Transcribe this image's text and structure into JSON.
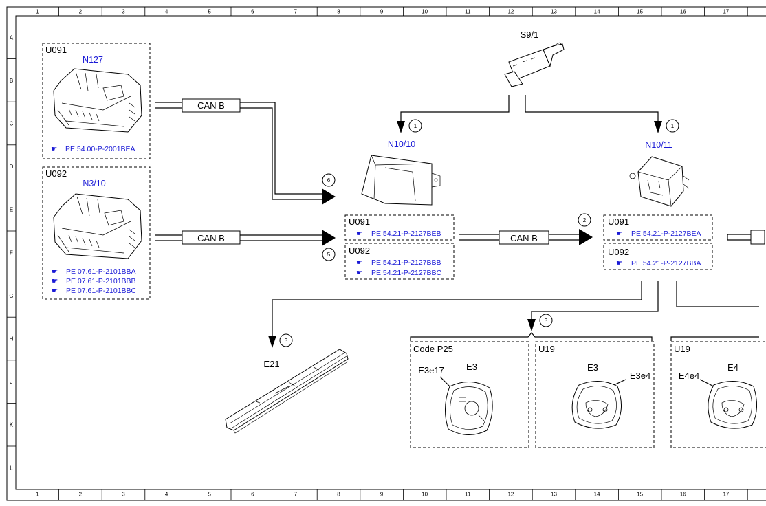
{
  "frame": {
    "columns": [
      "1",
      "2",
      "3",
      "4",
      "5",
      "6",
      "7",
      "8",
      "9",
      "10",
      "11",
      "12",
      "13",
      "14",
      "15",
      "16",
      "17"
    ],
    "rows": [
      "A",
      "B",
      "C",
      "D",
      "E",
      "F",
      "G",
      "H",
      "J",
      "K",
      "L"
    ]
  },
  "components": {
    "s9_1": {
      "name": "S9/1"
    },
    "n127": {
      "variant": "U091",
      "name": "N127",
      "refs": [
        "PE 54.00-P-2001BEA"
      ]
    },
    "n3_10": {
      "variant": "U092",
      "name": "N3/10",
      "refs": [
        "PE 07.61-P-2101BBA",
        "PE 07.61-P-2101BBB",
        "PE 07.61-P-2101BBC"
      ]
    },
    "n10_10": {
      "name": "N10/10",
      "u091": {
        "variant": "U091",
        "refs": [
          "PE 54.21-P-2127BEB"
        ]
      },
      "u092": {
        "variant": "U092",
        "refs": [
          "PE 54.21-P-2127BBB",
          "PE 54.21-P-2127BBC"
        ]
      }
    },
    "n10_11": {
      "name": "N10/11",
      "u091": {
        "variant": "U091",
        "refs": [
          "PE 54.21-P-2127BEA"
        ]
      },
      "u092": {
        "variant": "U092",
        "refs": [
          "PE 54.21-P-2127BBA"
        ]
      }
    },
    "e21": {
      "name": "E21"
    },
    "code_p25": {
      "title": "Code P25",
      "switch": "E3e17",
      "panel": "E3"
    },
    "u19_e3": {
      "title": "U19",
      "panel": "E3",
      "switch": "E3e4"
    },
    "u19_e4": {
      "title": "U19",
      "switch": "E4e4",
      "panel": "E4"
    }
  },
  "connections": {
    "can_top": "CAN B",
    "can_mid": "CAN B",
    "can_right": "CAN B"
  },
  "callouts": {
    "c1a": "1",
    "c1b": "1",
    "c2": "2",
    "c3a": "3",
    "c3b": "3",
    "c5": "5",
    "c6": "6"
  }
}
